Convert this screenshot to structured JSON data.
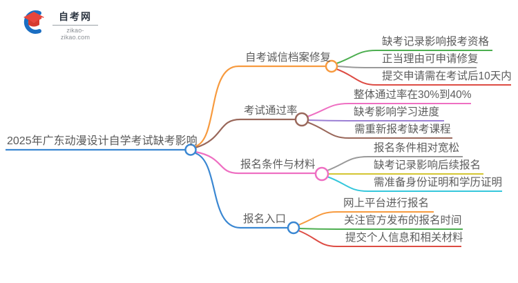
{
  "header": {
    "site_name": "自考网",
    "site_url": "zikao-zikao.com",
    "logo_blue": "#1b6ec2",
    "logo_red": "#e8453c",
    "logo_red_dark": "#d63a2f"
  },
  "mindmap": {
    "root": {
      "label": "2025年广东动漫设计自学考试缺考影响",
      "color": "#3a87d2"
    },
    "branches": [
      {
        "label": "自考诚信档案修复",
        "color": "#f79a3e",
        "children": [
          {
            "label": "缺考记录影响报考资格",
            "color": "#4cae4f"
          },
          {
            "label": "正当理由可申请修复",
            "color": "#999999"
          },
          {
            "label": "提交申请需在考试后10天内",
            "color": "#dd4b43"
          }
        ]
      },
      {
        "label": "考试通过率",
        "color": "#99675a",
        "children": [
          {
            "label": "整体通过率在30%到40%",
            "color": "#ee6fc2"
          },
          {
            "label": "缺考影响学习进度",
            "color": "#9b7fd4"
          },
          {
            "label": "需重新报考缺考课程",
            "color": "#99675a"
          }
        ]
      },
      {
        "label": "报名条件与材料",
        "color": "#ee6fc2",
        "children": [
          {
            "label": "报名条件相对宽松",
            "color": "#999999"
          },
          {
            "label": "缺考记录影响后续报名",
            "color": "#d3c531"
          },
          {
            "label": "需准备身份证明和学历证明",
            "color": "#35c7dc"
          }
        ]
      },
      {
        "label": "报名入口",
        "color": "#3a87d2",
        "children": [
          {
            "label": "网上平台进行报名",
            "color": "#f79a3e"
          },
          {
            "label": "关注官方发布的报名时间",
            "color": "#4cae4f"
          },
          {
            "label": "提交个人信息和相关材料",
            "color": "#dd4b43"
          }
        ]
      }
    ]
  }
}
